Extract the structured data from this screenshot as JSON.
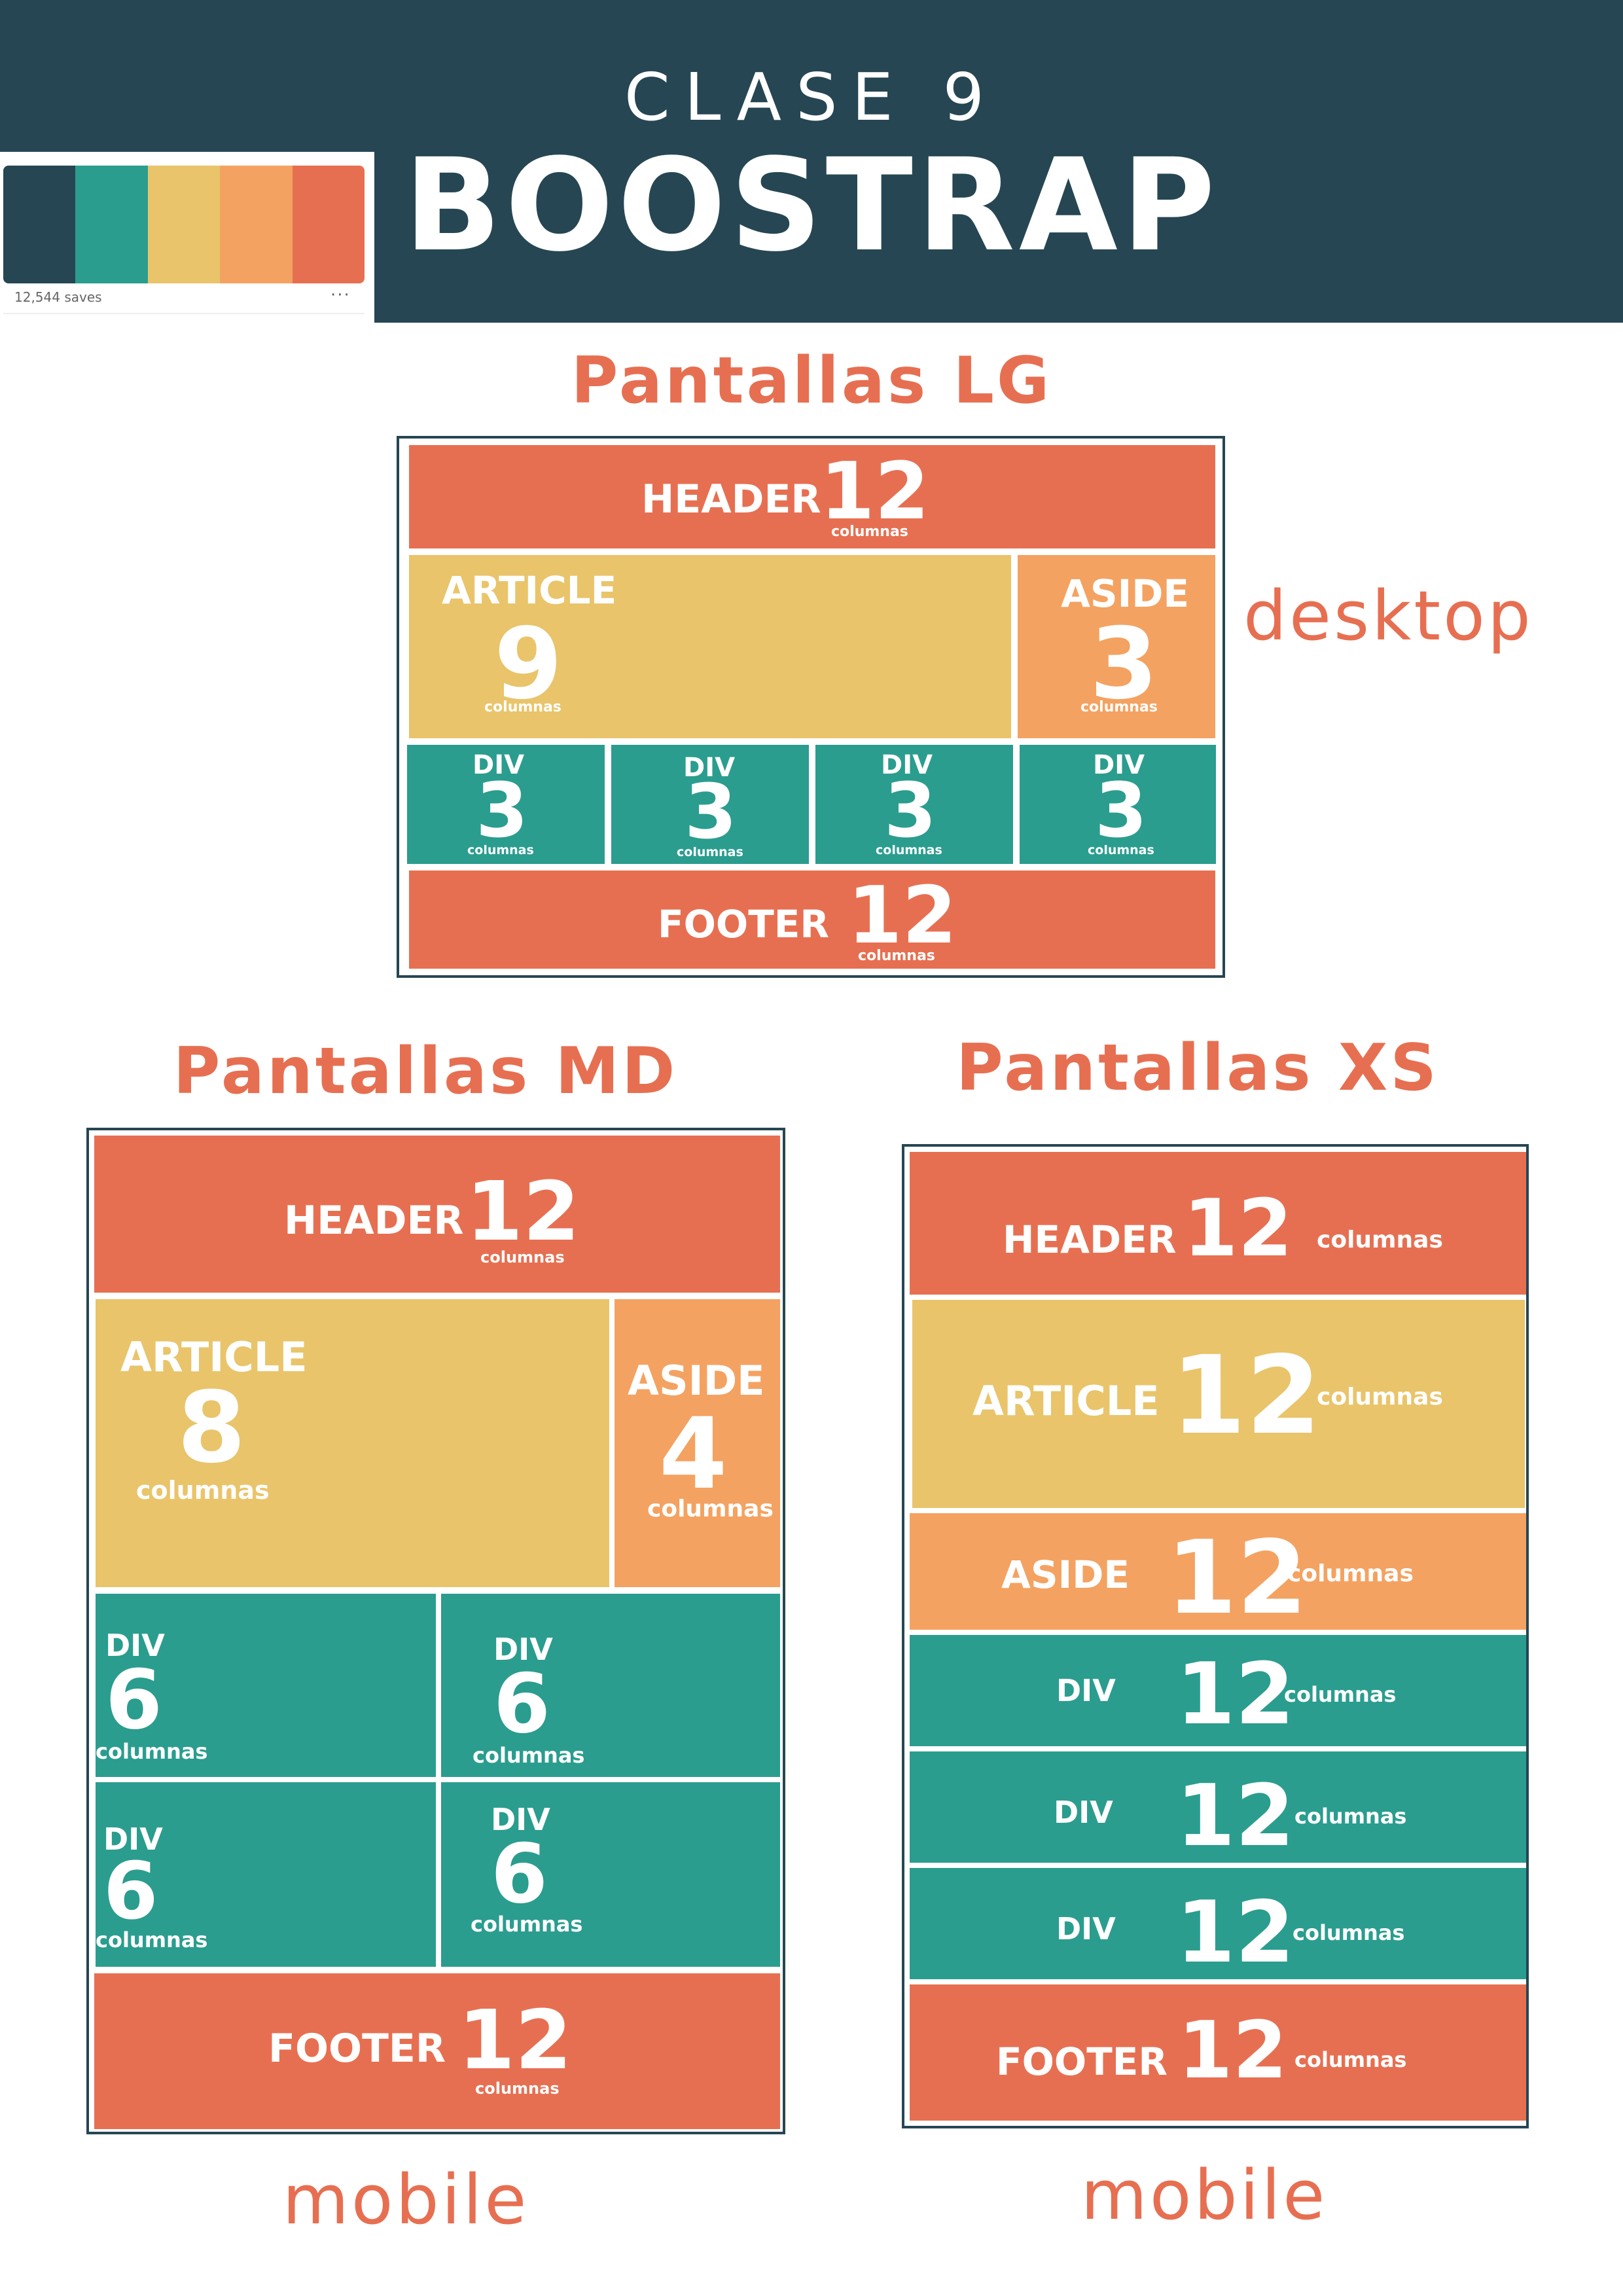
{
  "header": {
    "subtitle": "CLASE 9",
    "title": "BOOSTRAP"
  },
  "palette": {
    "colors": [
      "#264653",
      "#2a9d8f",
      "#e9c46a",
      "#f4a261",
      "#e76f51"
    ],
    "saves": "12,544 saves",
    "more": "···"
  },
  "lg": {
    "title": "Pantallas LG",
    "device": "desktop",
    "header": {
      "label": "HEADER",
      "cols": "12",
      "unit": "columnas"
    },
    "article": {
      "label": "ARTICLE",
      "cols": "9",
      "unit": "columnas"
    },
    "aside": {
      "label": "ASIDE",
      "cols": "3",
      "unit": "columnas"
    },
    "divs": [
      {
        "label": "DIV",
        "cols": "3",
        "unit": "columnas"
      },
      {
        "label": "DIV",
        "cols": "3",
        "unit": "columnas"
      },
      {
        "label": "DIV",
        "cols": "3",
        "unit": "columnas"
      },
      {
        "label": "DIV",
        "cols": "3",
        "unit": "columnas"
      }
    ],
    "footer": {
      "label": "FOOTER",
      "cols": "12",
      "unit": "columnas"
    }
  },
  "md": {
    "title": "Pantallas MD",
    "device": "mobile",
    "header": {
      "label": "HEADER",
      "cols": "12",
      "unit": "columnas"
    },
    "article": {
      "label": "ARTICLE",
      "cols": "8",
      "unit": "columnas"
    },
    "aside": {
      "label": "ASIDE",
      "cols": "4",
      "unit": "columnas"
    },
    "divs": [
      {
        "label": "DIV",
        "cols": "6",
        "unit": "columnas"
      },
      {
        "label": "DIV",
        "cols": "6",
        "unit": "columnas"
      },
      {
        "label": "DIV",
        "cols": "6",
        "unit": "columnas"
      },
      {
        "label": "DIV",
        "cols": "6",
        "unit": "columnas"
      }
    ],
    "footer": {
      "label": "FOOTER",
      "cols": "12",
      "unit": "columnas"
    }
  },
  "xs": {
    "title": "Pantallas XS",
    "device": "mobile",
    "header": {
      "label": "HEADER",
      "cols": "12",
      "unit": "columnas"
    },
    "article": {
      "label": "ARTICLE",
      "cols": "12",
      "unit": "columnas"
    },
    "aside": {
      "label": "ASIDE",
      "cols": "12",
      "unit": "columnas"
    },
    "divs": [
      {
        "label": "DIV",
        "cols": "12",
        "unit": "columnas"
      },
      {
        "label": "DIV",
        "cols": "12",
        "unit": "columnas"
      },
      {
        "label": "DIV",
        "cols": "12",
        "unit": "columnas"
      }
    ],
    "footer": {
      "label": "FOOTER",
      "cols": "12",
      "unit": "columnas"
    }
  }
}
